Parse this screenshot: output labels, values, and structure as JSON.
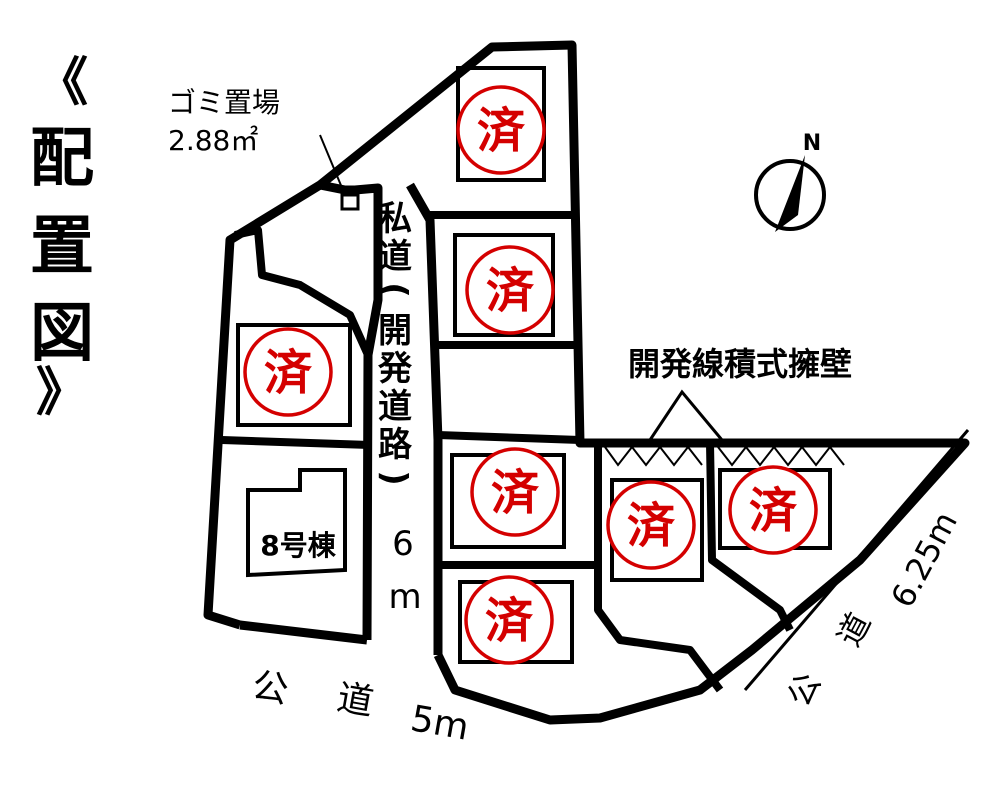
{
  "title": {
    "open_bracket": "《",
    "chars": [
      "配",
      "置",
      "図"
    ],
    "close_bracket": "》"
  },
  "garbage": {
    "label": "ゴミ置場",
    "area": "2.88㎡"
  },
  "private_road": {
    "chars": [
      "私",
      "道",
      "(",
      "開",
      "発",
      "道",
      "路",
      ")",
      "6",
      "m"
    ]
  },
  "retaining_wall": "開発線積式擁壁",
  "house8": "8号棟",
  "public_road_south": {
    "chars": [
      "公",
      "道",
      "5m"
    ]
  },
  "public_road_east": {
    "chars": [
      "公",
      "道",
      "6.25m"
    ]
  },
  "compass": {
    "north": "N"
  },
  "sold_stamps": [
    "済",
    "済",
    "済",
    "済",
    "済",
    "済",
    "済"
  ],
  "colors": {
    "line": "#000000",
    "sold": "#d40000",
    "background": "#ffffff"
  }
}
